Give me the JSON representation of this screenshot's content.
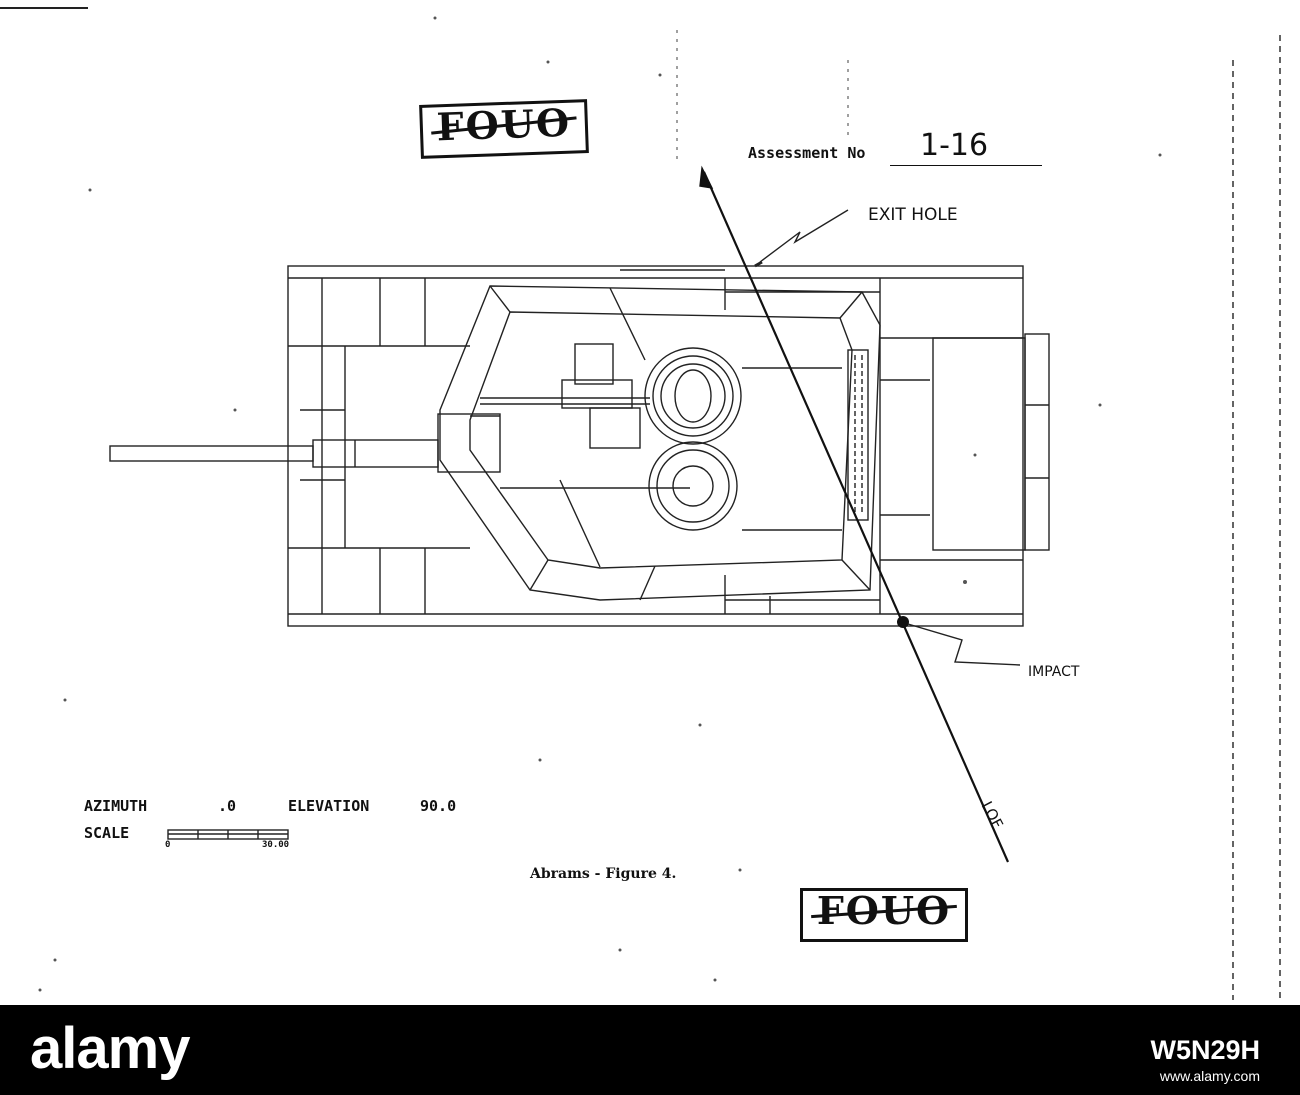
{
  "stamp_text": "FOUO",
  "assessment": {
    "label": "Assessment No",
    "number": "1-16"
  },
  "annotations": {
    "exit_hole": "EXIT HOLE",
    "impact": "IMPACT",
    "lof": "LOF"
  },
  "readout": {
    "azimuth_label": "AZIMUTH",
    "azimuth_value": ".0",
    "elevation_label": "ELEVATION",
    "elevation_value": "90.0",
    "scale_label": "SCALE",
    "scale_min": "0",
    "scale_max": "30.00"
  },
  "caption": "Abrams - Figure 4.",
  "watermark": {
    "brand": "alamy",
    "image_code": "W5N29H",
    "site": "www.alamy.com"
  }
}
